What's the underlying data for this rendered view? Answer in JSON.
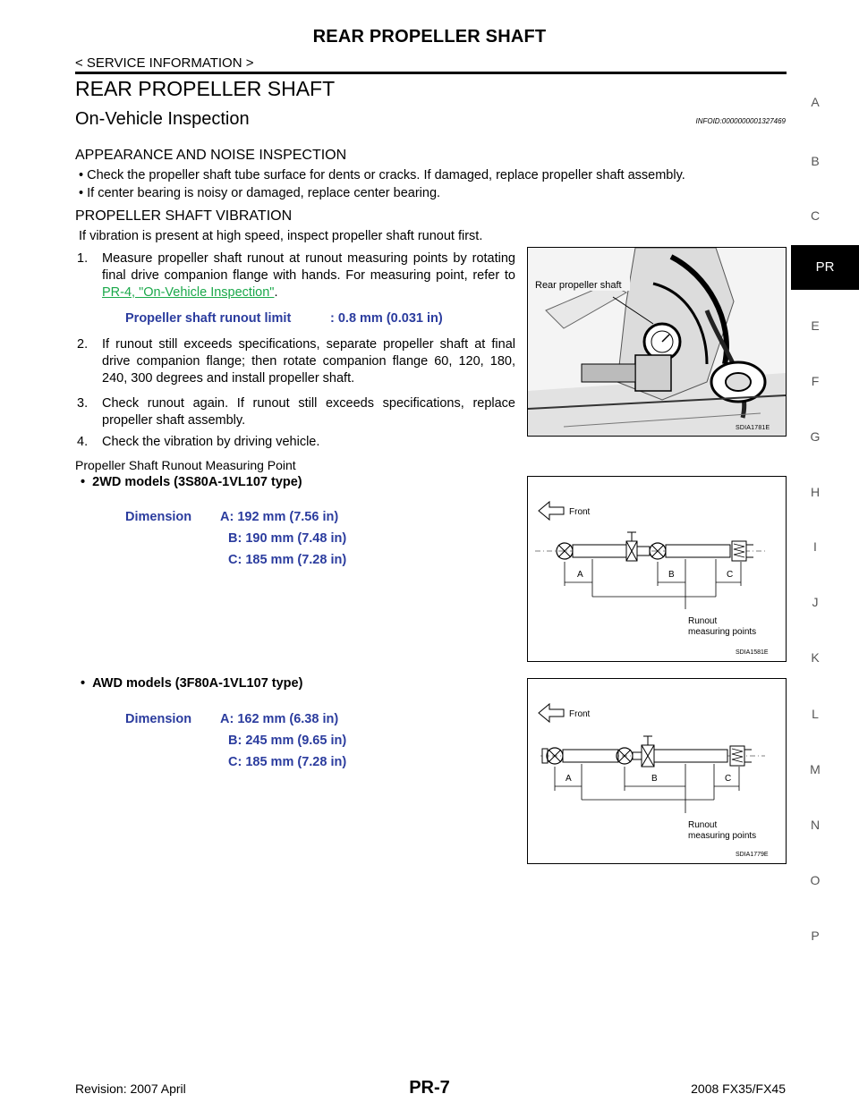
{
  "header": {
    "title": "REAR PROPELLER SHAFT",
    "breadcrumb": "< SERVICE INFORMATION >"
  },
  "section": {
    "title": "REAR PROPELLER SHAFT",
    "subtitle": "On-Vehicle Inspection",
    "info_id": "INFOID:0000000001327469"
  },
  "appearance": {
    "heading": "APPEARANCE AND NOISE INSPECTION",
    "bullets": [
      "Check the propeller shaft tube surface for dents or cracks. If damaged, replace propeller shaft assembly.",
      "If center bearing is noisy or damaged, replace center bearing."
    ]
  },
  "vibration": {
    "heading": "PROPELLER SHAFT VIBRATION",
    "intro": "If vibration is present at high speed, inspect propeller shaft runout first.",
    "step1": {
      "num": "1.",
      "text": "Measure propeller shaft runout at runout measuring points by rotating final drive companion flange with hands. For measuring point, refer to ",
      "link": "PR-4, \"On-Vehicle Inspection\"",
      "after": "."
    },
    "spec": {
      "label": "Propeller shaft runout limit",
      "value": ": 0.8 mm (0.031 in)"
    },
    "step2": {
      "num": "2.",
      "text": "If runout still exceeds specifications, separate propeller shaft at final drive companion flange; then rotate companion flange 60, 120, 180, 240, 300 degrees and install propeller shaft."
    },
    "step3": {
      "num": "3.",
      "text": "Check runout again. If runout still exceeds specifications, replace propeller shaft assembly."
    },
    "step4": {
      "num": "4.",
      "text": "Check the vibration by driving vehicle."
    }
  },
  "fig1": {
    "label": "Rear propeller shaft",
    "code": "SDIA1781E"
  },
  "measuring": {
    "heading": "Propeller Shaft Runout Measuring Point",
    "model_2wd": {
      "bullet": "•",
      "title": "2WD models (3S80A-1VL107 type)",
      "dim_label": "Dimension",
      "a": "A: 192 mm (7.56 in)",
      "b": "B: 190 mm (7.48 in)",
      "c": "C: 185 mm (7.28 in)"
    },
    "model_awd": {
      "bullet": "•",
      "title": "AWD models (3F80A-1VL107 type)",
      "dim_label": "Dimension",
      "a": "A: 162 mm (6.38 in)",
      "b": "B: 245 mm (9.65 in)",
      "c": "C: 185 mm (7.28 in)"
    }
  },
  "fig2": {
    "front": "Front",
    "a": "A",
    "b": "B",
    "c": "C",
    "runout1": "Runout",
    "runout2": "measuring points",
    "code": "SDIA1581E"
  },
  "fig3": {
    "front": "Front",
    "a": "A",
    "b": "B",
    "c": "C",
    "runout1": "Runout",
    "runout2": "measuring points",
    "code": "SDIA1779E"
  },
  "sidebar": {
    "letters": [
      "A",
      "B",
      "C",
      "E",
      "F",
      "G",
      "H",
      "I",
      "J",
      "K",
      "L",
      "M",
      "N",
      "O",
      "P"
    ],
    "active": "PR"
  },
  "footer": {
    "revision": "Revision: 2007 April",
    "page": "PR-7",
    "model": "2008 FX35/FX45"
  }
}
